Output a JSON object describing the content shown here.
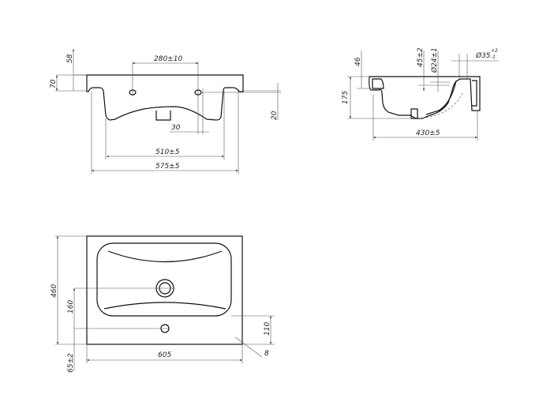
{
  "front_view": {
    "dim_58": "58",
    "dim_70": "70",
    "dim_280": "280±10",
    "dim_20": "20",
    "dim_30": "30",
    "dim_510": "510±5",
    "dim_575": "575±5"
  },
  "side_view": {
    "dim_46": "46",
    "dim_45": "45±2",
    "dim_24": "Ø24±1",
    "dim_35": "Ø35",
    "dim_35_tol_upper": "+2",
    "dim_35_tol_lower": "-1",
    "dim_175": "175",
    "dim_430": "430±5"
  },
  "top_view": {
    "dim_460": "460",
    "dim_160": "160",
    "dim_110": "110",
    "dim_605": "605",
    "dim_65": "65±2",
    "dim_8": "8"
  }
}
